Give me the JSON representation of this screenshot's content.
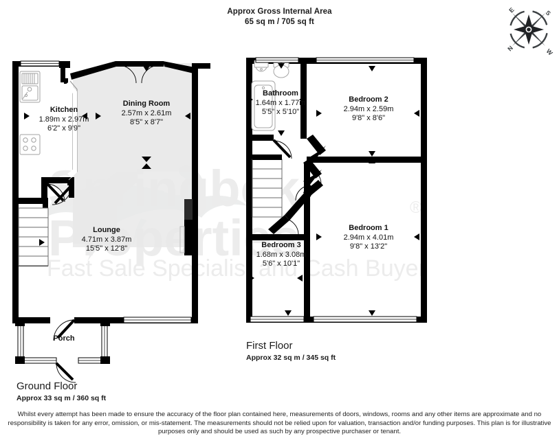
{
  "header": {
    "line1": "Approx Gross Internal Area",
    "line2": "65 sq m / 705 sq ft"
  },
  "watermark": {
    "brand_line1": "Springbok",
    "brand_line2": "Properties",
    "registered_mark": "®",
    "tagline": "Fast Sale Specialist and Cash Buyer"
  },
  "compass": {
    "north": "N",
    "east": "E",
    "south": "S",
    "west": "W"
  },
  "floors": [
    {
      "id": "ground",
      "name": "Ground Floor",
      "area": "Approx 33 sq m / 360 sq ft",
      "rooms": [
        {
          "id": "kitchen",
          "name": "Kitchen",
          "metric": "1.89m x 2.97m",
          "imperial": "6'2\" x 9'9\""
        },
        {
          "id": "dining-room",
          "name": "Dining Room",
          "metric": "2.57m x 2.61m",
          "imperial": "8'5\" x 8'7\""
        },
        {
          "id": "lounge",
          "name": "Lounge",
          "metric": "4.71m x 3.87m",
          "imperial": "15'5\" x 12'8\""
        },
        {
          "id": "porch",
          "name": "Porch",
          "metric": "",
          "imperial": ""
        }
      ]
    },
    {
      "id": "first",
      "name": "First Floor",
      "area": "Approx 32 sq m / 345 sq ft",
      "rooms": [
        {
          "id": "bathroom",
          "name": "Bathroom",
          "metric": "1.64m x 1.77m",
          "imperial": "5'5\" x 5'10\""
        },
        {
          "id": "bedroom-2",
          "name": "Bedroom 2",
          "metric": "2.94m x 2.59m",
          "imperial": "9'8\" x 8'6\""
        },
        {
          "id": "bedroom-1",
          "name": "Bedroom 1",
          "metric": "2.94m x 4.01m",
          "imperial": "9'8\" x 13'2\""
        },
        {
          "id": "bedroom-3",
          "name": "Bedroom 3",
          "metric": "1.68m x 3.08m",
          "imperial": "5'6\" x 10'1\""
        }
      ]
    }
  ],
  "disclaimer": "Whilst every attempt has been made to ensure the accuracy of the floor plan contained here, measurements of doors, windows, rooms and any other items are approximate and no responsibility is taken for any error, omission, or mis-statement. The measurements should not be relied upon for valuation, transaction and/or funding purposes. This plan is for illustrative purposes only and should be used as such by any prospective purchaser or tenant.",
  "colors": {
    "wall": "#000000",
    "fixture_outline": "#9a9a9a",
    "shade": "#e9e9e9",
    "watermark": "#ececed",
    "text": "#111111",
    "compass": "#3c4043"
  }
}
